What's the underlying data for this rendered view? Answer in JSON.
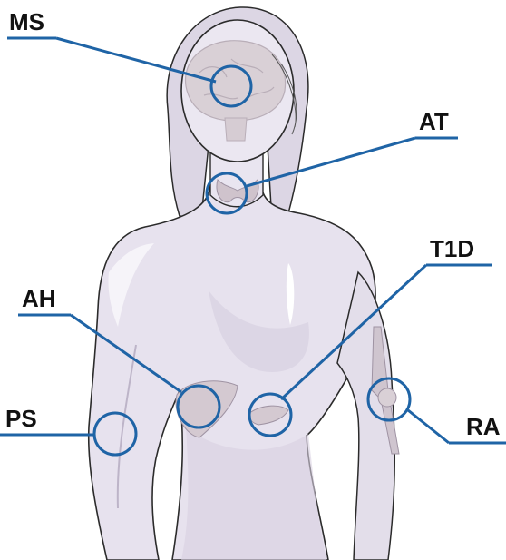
{
  "labels": {
    "ms": "MS",
    "at": "AT",
    "t1d": "T1D",
    "ah": "AH",
    "ps": "PS",
    "ra": "RA"
  },
  "colors": {
    "callout": "#1f64a6",
    "body_fill": "#e7e2ee",
    "body_shadow": "#d2cbdc",
    "body_highlight": "#f6f4f9",
    "outline": "#2b2b2b",
    "organ": "#c7bccd"
  }
}
